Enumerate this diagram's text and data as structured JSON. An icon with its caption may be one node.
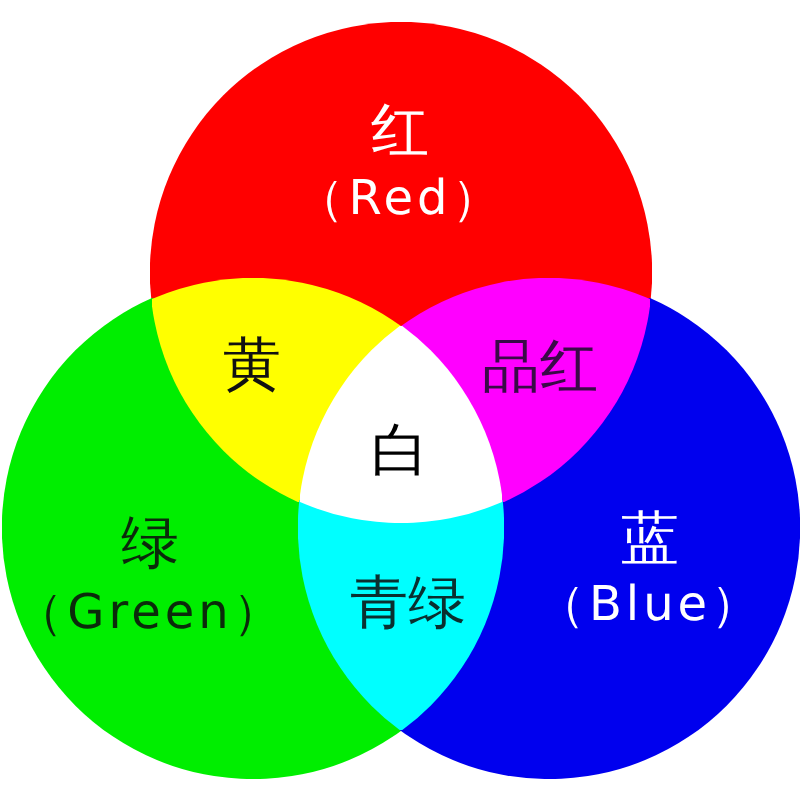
{
  "diagram": {
    "nodes": [
      {
        "text": [
          "红",
          "（Red）"
        ]
      },
      {
        "text": [
          "黄"
        ]
      },
      {
        "text": [
          "品红"
        ]
      },
      {
        "text": [
          "白"
        ]
      },
      {
        "text": [
          "绿",
          "（Green）"
        ]
      },
      {
        "text": [
          "青绿"
        ]
      },
      {
        "text": [
          "蓝",
          "（Blue）"
        ]
      }
    ]
  }
}
